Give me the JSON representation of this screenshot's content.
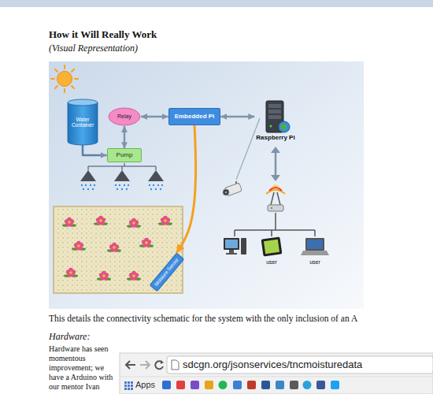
{
  "diagram": {
    "title": "How it Will Really Work",
    "nodes": [
      {
        "text": [
          "Water Container"
        ]
      },
      {
        "text": [
          "Relay"
        ]
      },
      {
        "text": [
          "Embedded Pi"
        ]
      },
      {
        "text": [
          "Raspberry Pi"
        ]
      },
      {
        "text": [
          "Pump"
        ]
      },
      {
        "text": [
          "Moisture Sensor"
        ]
      }
    ],
    "edges": [
      {
        "from": 1,
        "to": 2,
        "arrow": "both"
      },
      {
        "from": 2,
        "to": 3,
        "arrow": "both"
      },
      {
        "from": 0,
        "to": 4,
        "arrow": "to"
      },
      {
        "from": 1,
        "to": 4,
        "arrow": "both"
      },
      {
        "from": 2,
        "to": 5,
        "arrow": "to"
      }
    ],
    "labels": [
      "(Visual Representation)",
      "user",
      "user",
      "This details the connectivity schematic for the system with the only inclusion of an A",
      "Hardware:",
      "Hardware has seen momentous improvement; we have a Arduino with our mentor Ivan",
      "sdcgn.org/jsonservices/tncmoisturedata",
      "Apps"
    ]
  }
}
